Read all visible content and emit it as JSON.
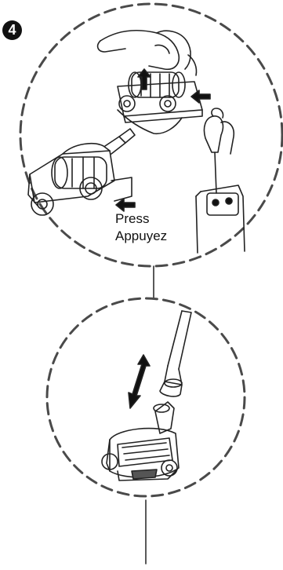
{
  "step": {
    "number": "4"
  },
  "labels": {
    "press_en": "Press",
    "press_fr": "Appuyez"
  },
  "colors": {
    "line": "#222222",
    "dash": "#4a4a4a",
    "background": "#ffffff"
  },
  "icons": [
    "step-number-badge",
    "press-arrow-icon",
    "lift-arrow-icon",
    "double-arrow-icon"
  ]
}
